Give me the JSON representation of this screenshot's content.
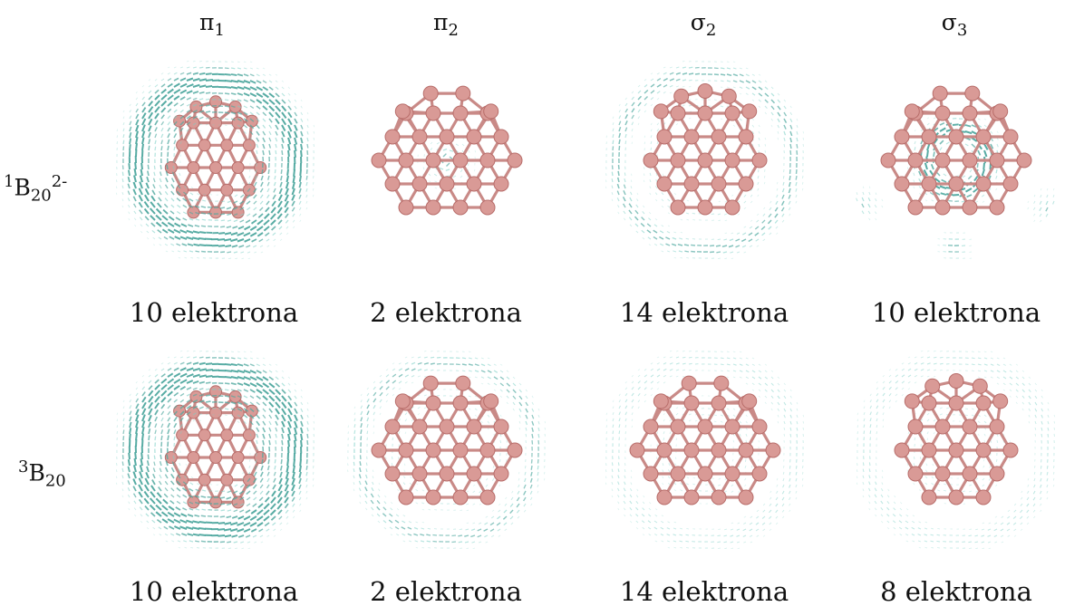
{
  "columns": [
    {
      "symbol": "π",
      "sub": "1"
    },
    {
      "symbol": "π",
      "sub": "2"
    },
    {
      "symbol": "σ",
      "sub": "2"
    },
    {
      "symbol": "σ",
      "sub": "3"
    }
  ],
  "rows": [
    {
      "pre_sup": "1",
      "base": "B",
      "sub": "20",
      "sup": "2-",
      "captions": [
        "10 elektrona",
        "2 elektrona",
        "14 elektrona",
        "10 elektrona"
      ]
    },
    {
      "pre_sup": "3",
      "base": "B",
      "sub": "20",
      "sup": "",
      "captions": [
        "10 elektrona",
        "2 elektrona",
        "14 elektrona",
        "8 elektrona"
      ]
    }
  ],
  "colors": {
    "atom": "#d99a96",
    "atom_shade": "#b86d6a",
    "bond": "#c98a87",
    "current": "#7ccfc6",
    "current_dark": "#4fa89f"
  }
}
